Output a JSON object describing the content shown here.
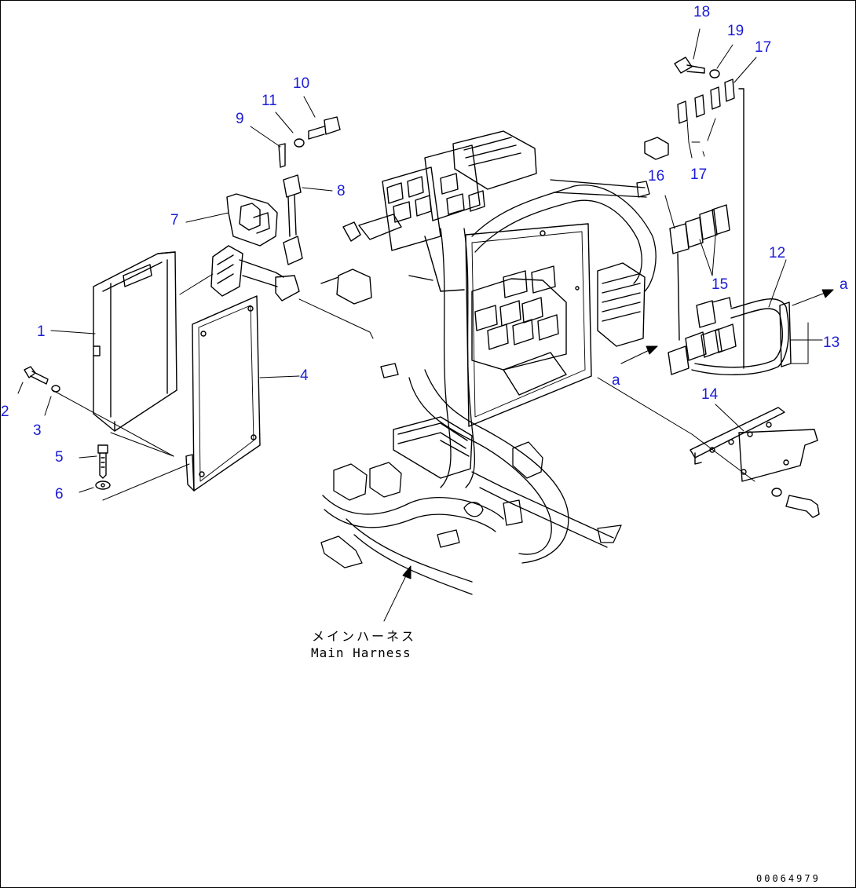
{
  "callouts": [
    {
      "id": "1",
      "text": "1"
    },
    {
      "id": "2",
      "text": "2"
    },
    {
      "id": "3",
      "text": "3"
    },
    {
      "id": "4",
      "text": "4"
    },
    {
      "id": "5",
      "text": "5"
    },
    {
      "id": "6",
      "text": "6"
    },
    {
      "id": "7",
      "text": "7"
    },
    {
      "id": "8",
      "text": "8"
    },
    {
      "id": "9",
      "text": "9"
    },
    {
      "id": "10",
      "text": "10"
    },
    {
      "id": "11",
      "text": "11"
    },
    {
      "id": "12",
      "text": "12"
    },
    {
      "id": "13",
      "text": "13"
    },
    {
      "id": "14",
      "text": "14"
    },
    {
      "id": "15",
      "text": "15"
    },
    {
      "id": "16",
      "text": "16"
    },
    {
      "id": "17a",
      "text": "17"
    },
    {
      "id": "17b",
      "text": "17"
    },
    {
      "id": "18",
      "text": "18"
    },
    {
      "id": "19",
      "text": "19"
    },
    {
      "id": "a1",
      "text": "a"
    },
    {
      "id": "a2",
      "text": "a"
    }
  ],
  "harness_label": {
    "jp": "メインハーネス",
    "en": "Main Harness"
  },
  "drawing_number": "00064979",
  "colors": {
    "callout": "#1c1cd6",
    "line": "#000000",
    "background": "#ffffff"
  }
}
